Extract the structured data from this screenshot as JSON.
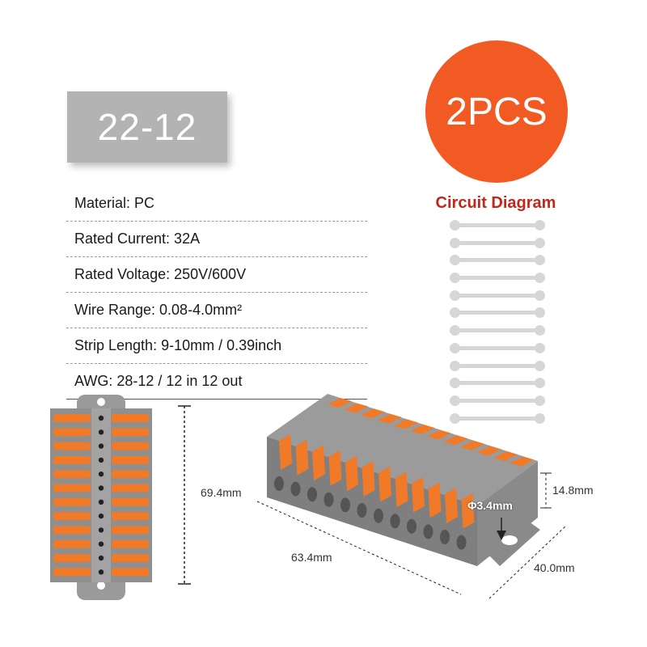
{
  "model": "22-12",
  "quantity": "2PCS",
  "circuit_diagram": {
    "title": "Circuit Diagram",
    "circuits": 12
  },
  "specs": [
    {
      "label": "Material",
      "value": "PC"
    },
    {
      "label": "Rated Current",
      "value": "32A"
    },
    {
      "label": "Rated Voltage",
      "value": "250V/600V"
    },
    {
      "label": "Wire Range",
      "value": "0.08-4.0mm²"
    },
    {
      "label": "Strip Length",
      "value": "9-10mm / 0.39inch"
    },
    {
      "label": "AWG",
      "value": "28-12 / 12 in 12 out"
    }
  ],
  "spec_lines": [
    "Material: PC",
    "Rated Current: 32A",
    "Rated Voltage: 250V/600V",
    "Wire Range: 0.08-4.0mm²",
    "Strip Length: 9-10mm / 0.39inch",
    "AWG: 28-12 / 12 in 12 out"
  ],
  "dimensions": {
    "height": "69.4mm",
    "length": "63.4mm",
    "width": "40.0mm",
    "thickness": "14.8mm",
    "hole": "Φ3.4mm"
  },
  "colors": {
    "accent_orange": "#f15a22",
    "lever_orange": "#f07a28",
    "body_gray": "#8f8f8f",
    "model_box_gray": "#b3b3b3",
    "circuit_title_red": "#c0281c"
  }
}
